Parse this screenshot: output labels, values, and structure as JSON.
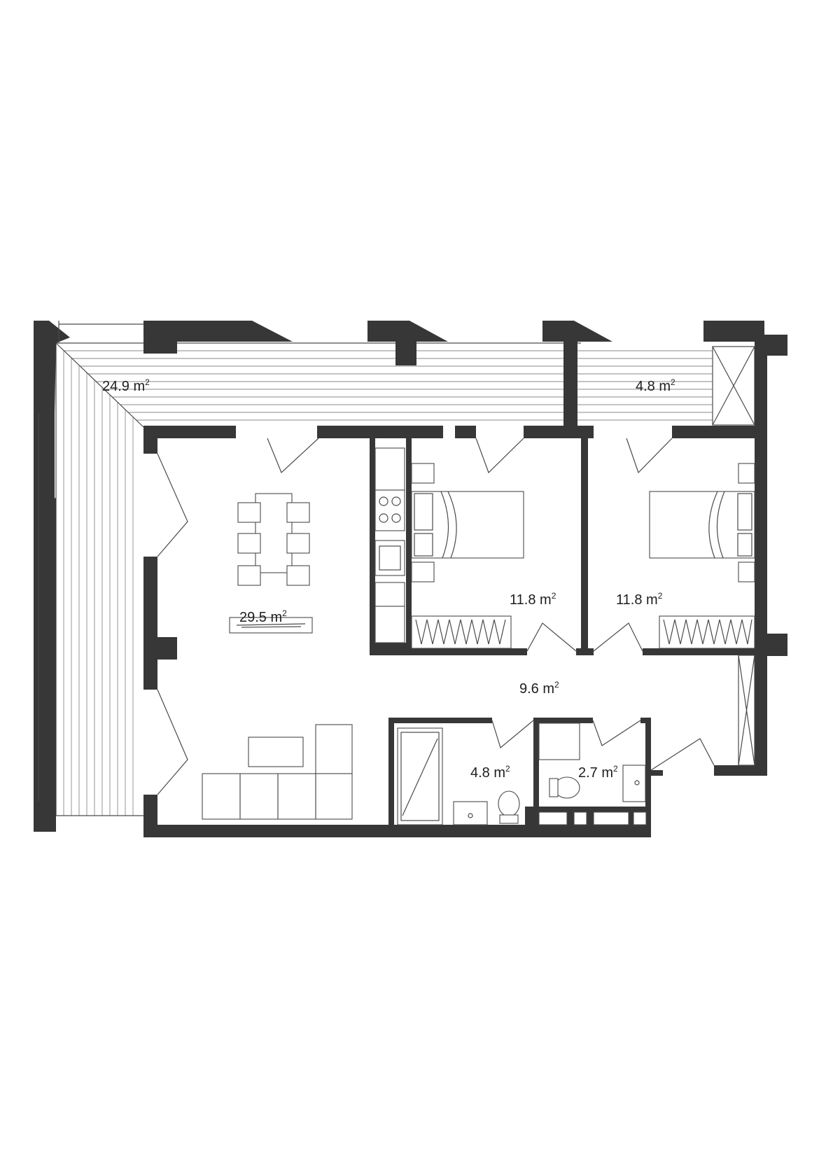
{
  "rooms": [
    {
      "id": "terrace",
      "area": "24.9",
      "unit": "m",
      "power": "2"
    },
    {
      "id": "balcony",
      "area": "4.8",
      "unit": "m",
      "power": "2"
    },
    {
      "id": "living",
      "area": "29.5",
      "unit": "m",
      "power": "2"
    },
    {
      "id": "bedroom1",
      "area": "11.8",
      "unit": "m",
      "power": "2"
    },
    {
      "id": "bedroom2",
      "area": "11.8",
      "unit": "m",
      "power": "2"
    },
    {
      "id": "hallway",
      "area": "9.6",
      "unit": "m",
      "power": "2"
    },
    {
      "id": "bathroom",
      "area": "4.8",
      "unit": "m",
      "power": "2"
    },
    {
      "id": "wc",
      "area": "2.7",
      "unit": "m",
      "power": "2"
    }
  ]
}
